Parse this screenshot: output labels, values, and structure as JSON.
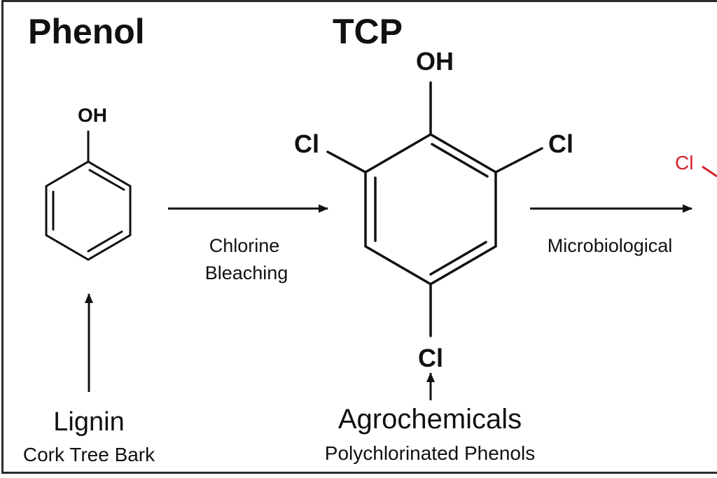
{
  "heading_phenol": "Phenol",
  "heading_tcp": "TCP",
  "phenol_oh": "OH",
  "tcp_oh": "OH",
  "tcp_cl_left": "Cl",
  "tcp_cl_right": "Cl",
  "tcp_cl_bottom": "Cl",
  "partial_cl": "Cl",
  "arrow1_line1": "Chlorine",
  "arrow1_line2": "Bleaching",
  "arrow2_label": "Microbiological",
  "source1_title": "Lignin",
  "source1_sub": "Cork Tree Bark",
  "source2_title": "Agrochemicals",
  "source2_sub": "Polychlorinated Phenols",
  "colors": {
    "ink": "#111111",
    "accent_red": "#d8202c",
    "frame": "#2a2a2a"
  }
}
